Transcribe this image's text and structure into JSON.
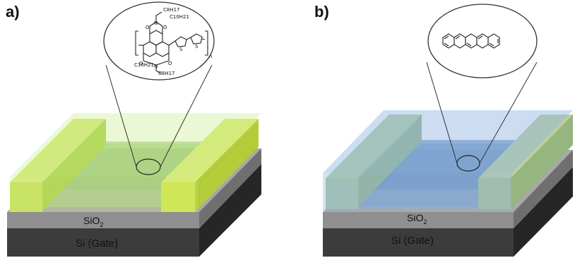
{
  "panels": [
    {
      "label": "a)",
      "film_color": "#b7e06a",
      "electrode_color": "#cfe24a",
      "layers": {
        "dielectric": "SiO",
        "dielectric_sub": "2",
        "gate": "Si (Gate)"
      },
      "molecule": "naphthalene diimide - bithiophene copolymer",
      "molecule_text": {
        "top_chain": "C8H17",
        "top_chain2": "C10H21",
        "bottom_chain": "C8H17",
        "bottom_chain2": "C10H21",
        "repeat": "n"
      }
    },
    {
      "label": "b)",
      "film_color": "#8fb4dc",
      "electrode_color": "#b8cf8e",
      "layers": {
        "dielectric": "SiO",
        "dielectric_sub": "2",
        "gate": "Si (Gate)"
      },
      "molecule": "pentacene"
    }
  ],
  "colors": {
    "sio2_top": "#a7a7a7",
    "sio2_side": "#7d7d7d",
    "si_front": "#3b3b3b",
    "si_side": "#262626"
  }
}
